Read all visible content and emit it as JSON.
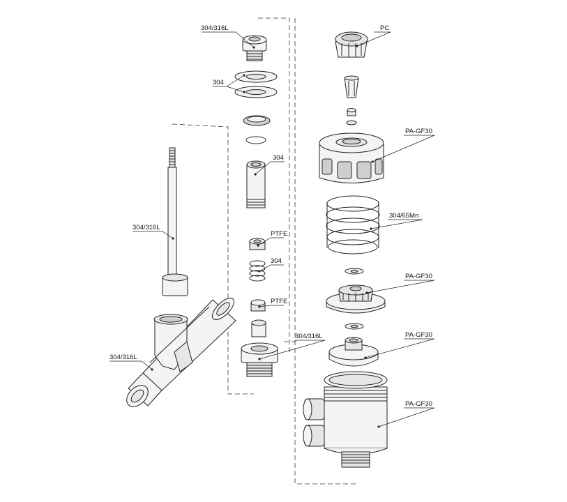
{
  "labels": {
    "valve_cap_material": "304/316L",
    "washers_material": "304",
    "sleeve_material": "304",
    "stem_material": "304/316L",
    "upper_ptfe_seal": "PTFE",
    "small_spring_material": "304",
    "lower_ptfe_seal": "PTFE",
    "nipple_material": "304/316L",
    "body_material": "304/316L",
    "top_knob_material": "PC",
    "bonnet_material": "PA-GF30",
    "main_spring_material": "304/65Mn",
    "diaphragm_plate_material": "PA-GF30",
    "piston_material": "PA-GF30",
    "housing_material": "PA-GF30"
  }
}
